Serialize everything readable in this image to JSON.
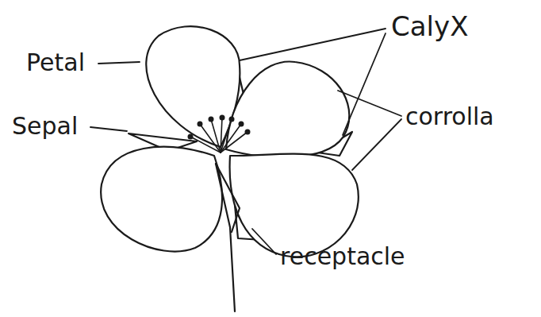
{
  "diagram": {
    "labels": [
      "Petal",
      "Sepal",
      "CalyX",
      "corrolla",
      "receptacle"
    ]
  }
}
